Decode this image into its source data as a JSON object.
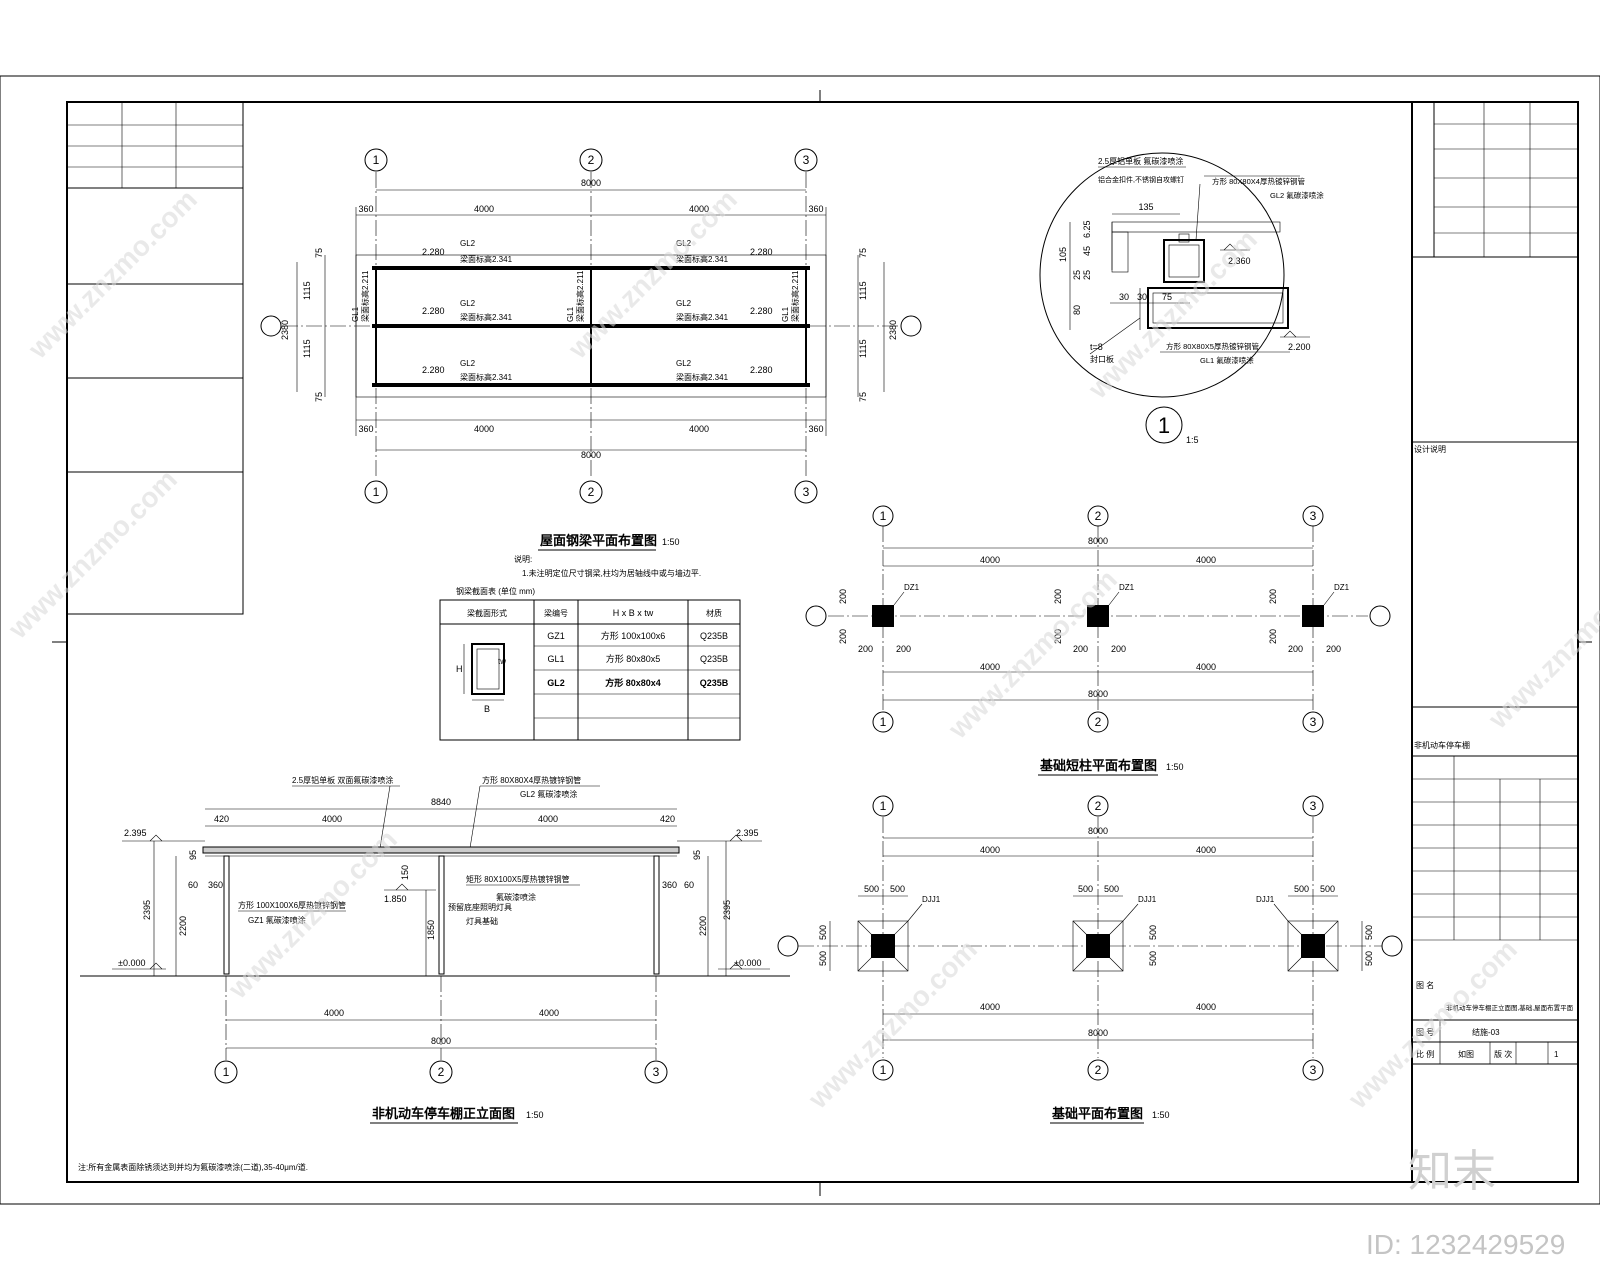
{
  "roof_plan": {
    "title": "屋面钢梁平面布置图",
    "scale": "1:50",
    "note_title": "说明:",
    "note": "1.未注明定位尺寸钢梁,柱均为居轴线中或与墙边平.",
    "axes": [
      "1",
      "2",
      "3"
    ],
    "dims": {
      "total": "8000",
      "bay": "4000",
      "overhang": "360",
      "edge": "75",
      "mid": "1115",
      "width": "2380"
    },
    "beam_label": "GL2",
    "beam_top": "梁面标高2.341",
    "level_small": "2.280",
    "col_label": "GL1",
    "col_top": "梁面标高2.211"
  },
  "detail": {
    "callout": "1",
    "scale": "1:5",
    "label1": "2.5厚铝单板  氟碳漆喷涂",
    "label2": "铝合金扣件,不锈钢自攻螺钉",
    "label3": "方形  80X80X4厚热镀锌钢管",
    "label4": "GL2  氟碳漆喷涂",
    "label5": "方形  80X80X5厚热镀锌钢管",
    "label6": "GL1  氟碳漆喷涂",
    "label7": "t=8",
    "label8": "封口板",
    "level1": "2.360",
    "level2": "2.200",
    "dims": {
      "d135": "135",
      "d105": "105",
      "d25a": "25",
      "d45": "45",
      "d625": "6.25",
      "d25b": "25",
      "d80": "80",
      "d30a": "30",
      "d30b": "30",
      "d75": "75"
    }
  },
  "table": {
    "title": "钢梁截面表 (单位 mm)",
    "headers": [
      "梁截面形式",
      "梁编号",
      "H x B x tw",
      "材质"
    ],
    "rows": [
      {
        "id": "GZ1",
        "size": "方形 100x100x6",
        "mat": "Q235B"
      },
      {
        "id": "GL1",
        "size": "方形 80x80x5",
        "mat": "Q235B"
      },
      {
        "id": "GL2",
        "size": "方形 80x80x4",
        "mat": "Q235B"
      }
    ],
    "sec_h": "H",
    "sec_b": "B",
    "sec_tw": "tw"
  },
  "col_plan": {
    "title": "基础短柱平面布置图",
    "scale": "1:50",
    "axes": [
      "1",
      "2",
      "3"
    ],
    "dims": {
      "total": "8000",
      "bay": "4000",
      "half": "200"
    },
    "col_label": "DZ1"
  },
  "elevation": {
    "title": "非机动车停车棚正立面图",
    "scale": "1:50",
    "axes": [
      "1",
      "2",
      "3"
    ],
    "top_label1": "2.5厚铝单板  双面氟碳漆喷涂",
    "top_label2": "方形  80X80X4厚热镀锌钢管",
    "top_label3": "GL2  氟碳漆喷涂",
    "col_label1": "方形  100X100X6厚热镀锌钢管",
    "col_label2": "GZ1  氟碳漆喷涂",
    "mid_label1": "矩形  80X100X5厚热镀锌钢管",
    "mid_label2": "氟碳漆喷涂",
    "lamp1": "预留底座照明灯具",
    "lamp2": "灯具基础",
    "dims": {
      "total_top": "8840",
      "edge": "420",
      "bay": "4000",
      "total": "8000",
      "h2395": "2395",
      "h2200": "2200",
      "h95": "95",
      "h60": "60",
      "h360": "360",
      "h1850": "1850",
      "h150": "150"
    },
    "level_top": "2.395",
    "level_zero": "±0.000",
    "level_mid": "1.850"
  },
  "found_plan": {
    "title": "基础平面布置图",
    "scale": "1:50",
    "axes": [
      "1",
      "2",
      "3"
    ],
    "dims": {
      "total": "8000",
      "bay": "4000",
      "half": "500"
    },
    "label": "DJJ1"
  },
  "footer_note": "注:所有金属表面除锈须达到并均为氟碳漆喷涂(二道),35-40μm/道.",
  "titleblock": {
    "design_note": "设计说明",
    "proj_label": "非机动车停车棚",
    "drawing_label": "图  名",
    "drawing_name": "非机动车停车棚正立面图,基础,屋面布置平面",
    "code_label": "图  号",
    "code": "结施-03",
    "scale_label": "比  例",
    "scale_val": "如图",
    "ver_label": "版  次",
    "ver_val": "1"
  },
  "watermark": "www.znzmo.com",
  "brand": "知末",
  "id_text": "ID: 1232429529"
}
